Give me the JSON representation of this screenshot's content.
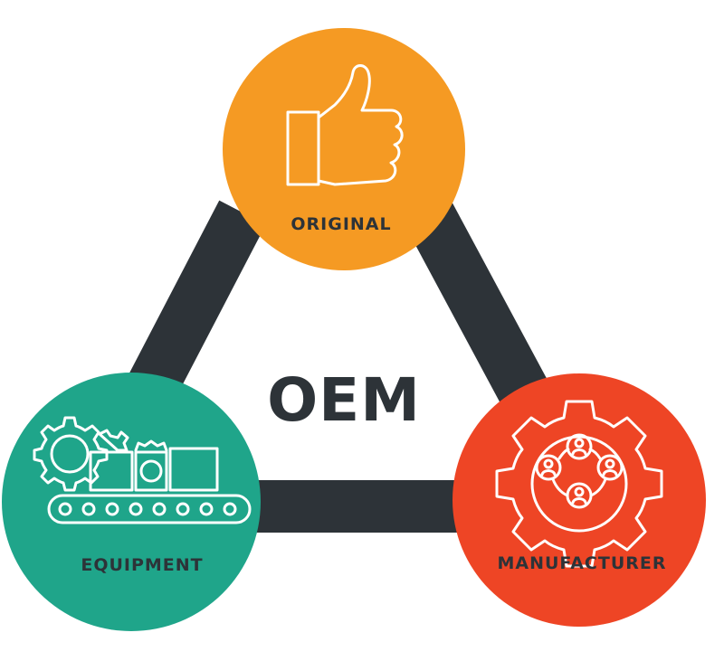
{
  "title": "OEM",
  "nodes": {
    "original": {
      "label": "ORIGINAL",
      "color": "#f59a23",
      "icon": "thumbs-up-icon"
    },
    "equipment": {
      "label": "EQUIPMENT",
      "color": "#1fa58a",
      "icon": "conveyor-belt-icon"
    },
    "manufacturer": {
      "label": "MANUFACTURER",
      "color": "#ee4525",
      "icon": "gear-team-icon"
    }
  },
  "colors": {
    "connector": "#2d3338",
    "text": "#2d3338"
  }
}
